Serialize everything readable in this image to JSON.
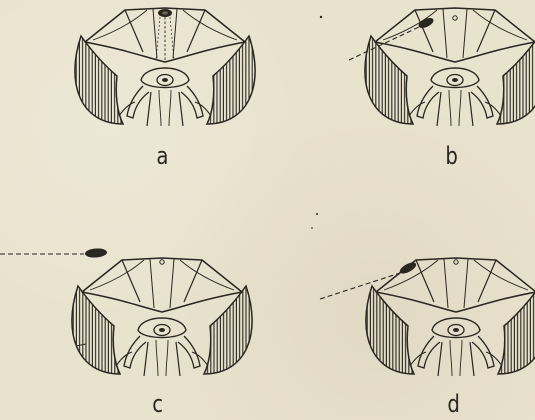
{
  "figure": {
    "panels": [
      {
        "id": "a",
        "label": "a"
      },
      {
        "id": "b",
        "label": "b"
      },
      {
        "id": "c",
        "label": "c"
      },
      {
        "id": "d",
        "label": "d"
      }
    ],
    "ink_color": "#2a2620",
    "background_color": "#e9e2cd"
  }
}
